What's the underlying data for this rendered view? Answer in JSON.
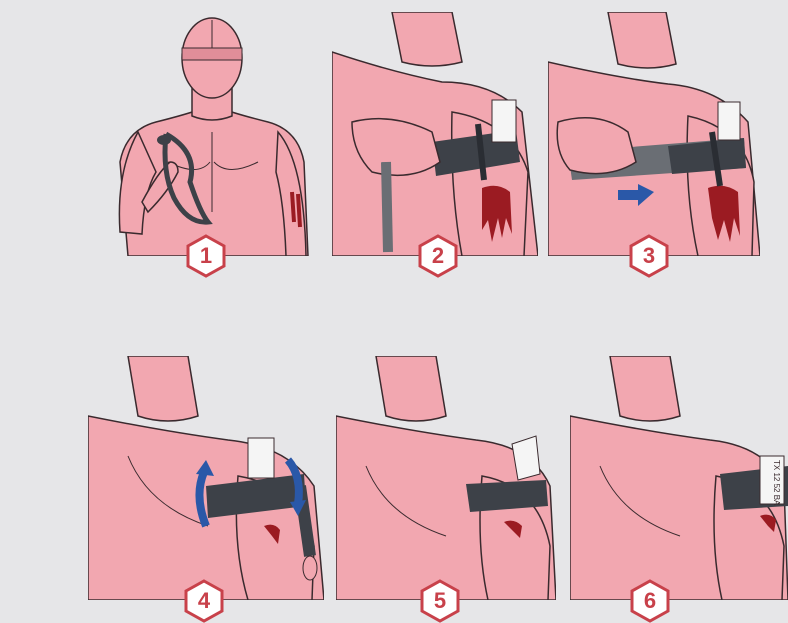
{
  "steps": [
    {
      "number": "1"
    },
    {
      "number": "2"
    },
    {
      "number": "3"
    },
    {
      "number": "4"
    },
    {
      "number": "5"
    },
    {
      "number": "6"
    }
  ],
  "tag_text": "TX 12 52 BA",
  "colors": {
    "background": "#e6e6e8",
    "skin": "#f2a7b0",
    "skin_shadow": "#e08e99",
    "outline": "#3a2a2e",
    "blood": "#9b1b22",
    "tourniquet": "#3d4148",
    "arrow": "#2a58a8",
    "badge_text": "#c8414a"
  }
}
